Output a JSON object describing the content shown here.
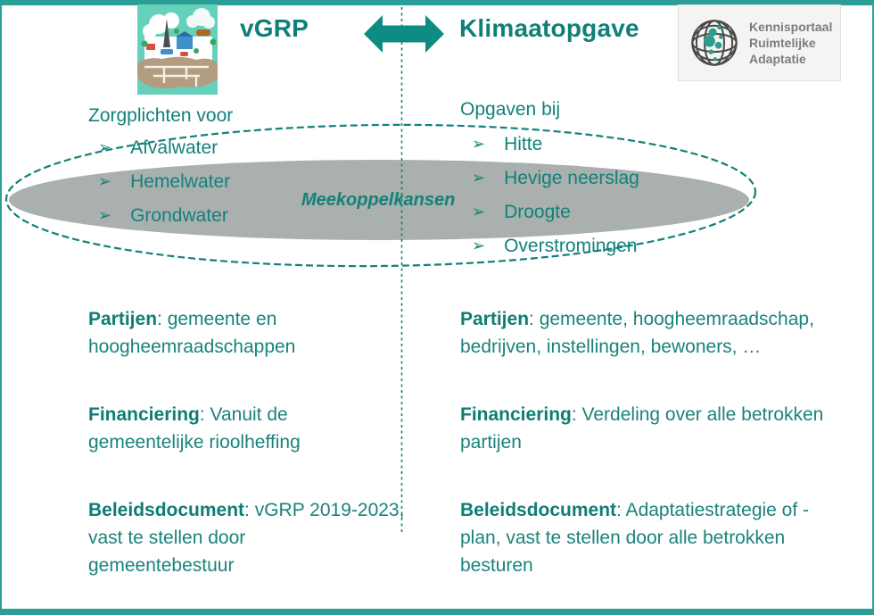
{
  "colors": {
    "teal_text": "#13817a",
    "title_teal": "#0e8078",
    "arrow_fill": "#0e8b83",
    "bar_teal": "#2b9e97",
    "ellipse_fill": "#a9b0ae",
    "logo_text_gray": "#7d7d7d"
  },
  "header": {
    "left_title": "vGRP",
    "right_title": "Klimaatopgave",
    "logo": {
      "line1": "Kennisportaal",
      "line2": "Ruimtelijke Adaptatie"
    }
  },
  "bullet_icon": "➢",
  "ellipse": {
    "label": "Meekoppelkansen"
  },
  "left": {
    "heading": "Zorgplichten voor",
    "bullets": [
      "Afvalwater",
      "Hemelwater",
      "Grondwater"
    ],
    "sections": [
      {
        "label": "Partijen",
        "text": ": gemeente en\nhoogheemraadschappen"
      },
      {
        "label": "Financiering",
        "text": ": Vanuit de\ngemeentelijke rioolheffing"
      },
      {
        "label": "Beleidsdocument",
        "text": ": vGRP 2019-2023,\nvast te stellen door\ngemeentebestuur"
      }
    ]
  },
  "right": {
    "heading": "Opgaven bij",
    "bullets": [
      "Hitte",
      "Hevige neerslag",
      "Droogte",
      "Overstromingen"
    ],
    "sections": [
      {
        "label": "Partijen",
        "text": ": gemeente, hoogheemraadschap,\nbedrijven, instellingen, bewoners, …"
      },
      {
        "label": "Financiering",
        "text": ": Verdeling over alle betrokken\npartijen"
      },
      {
        "label": "Beleidsdocument",
        "text": ": Adaptatiestrategie of -\nplan, vast te stellen door alle betrokken\nbesturen"
      }
    ]
  }
}
